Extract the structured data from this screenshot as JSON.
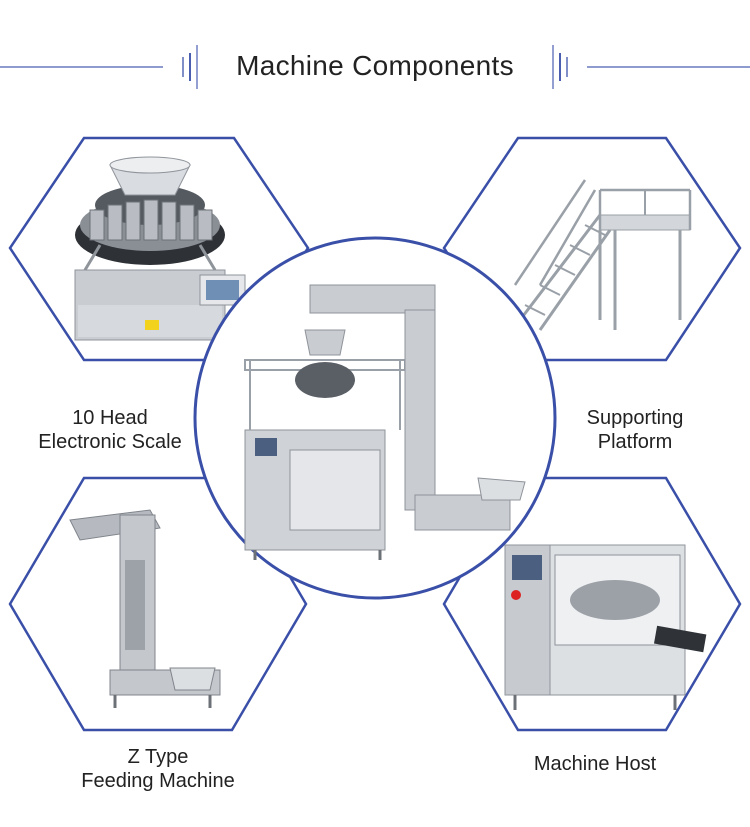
{
  "header": {
    "title": "Machine Components"
  },
  "colors": {
    "accent": "#3a4fa8",
    "line": "#4a5fb0",
    "metal": "#c9ccd1",
    "metal_dark": "#8f949b"
  },
  "components": {
    "top_left": {
      "label_line1": "10 Head",
      "label_line2": "Electronic Scale"
    },
    "top_right": {
      "label_line1": "Supporting",
      "label_line2": "Platform"
    },
    "bottom_left": {
      "label_line1": "Z Type",
      "label_line2": "Feeding Machine"
    },
    "bottom_right": {
      "label_line1": "Machine Host"
    }
  }
}
